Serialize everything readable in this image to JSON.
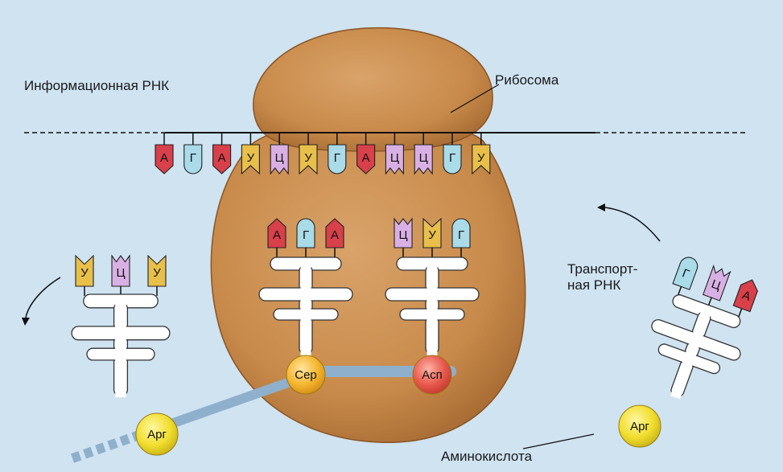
{
  "labels": {
    "mrna": "Информационная РНК",
    "ribosome": "Рибосома",
    "trna": [
      "Транспорт-",
      "ная РНК"
    ],
    "amino": "Аминокислота"
  },
  "mrna_codons": [
    "А",
    "Г",
    "А",
    "У",
    "Ц",
    "У",
    "Г",
    "А",
    "Ц",
    "Ц",
    "Г",
    "У"
  ],
  "trna_in_ribosome": [
    {
      "anticodon": [
        "А",
        "Г",
        "А"
      ],
      "amino": "Сер"
    },
    {
      "anticodon": [
        "Ц",
        "У",
        "Г"
      ],
      "amino": "Асп"
    }
  ],
  "trna_left": {
    "anticodon": [
      "У",
      "Ц",
      "У"
    ],
    "amino": "Арг"
  },
  "trna_right": {
    "anticodon": [
      "Г",
      "Ц",
      "А"
    ],
    "amino": "Арг"
  },
  "colors": {
    "А": "#d8404a",
    "Г": "#a9dbe8",
    "У": "#e8bf4a",
    "Ц": "#d9b0e3",
    "ribosome": "#c88a4a",
    "background": "#cfe3f1",
    "peptide": "#8fb0cc"
  }
}
